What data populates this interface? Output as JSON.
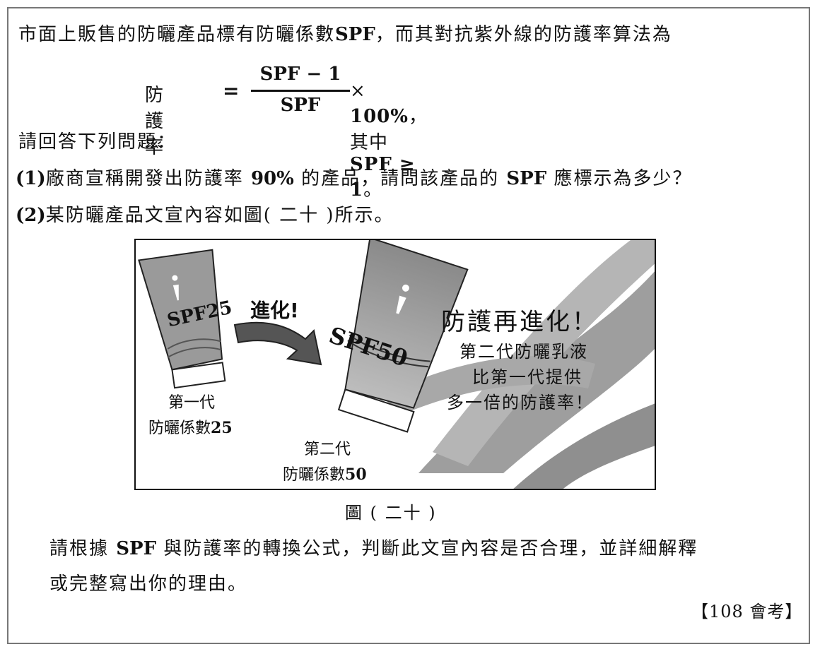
{
  "intro": {
    "pre": "市面上販售的防曬產品標有防曬係數",
    "spf": "SPF",
    "post": "，而其對抗紫外線的防護率算法為"
  },
  "formula": {
    "lhs": "防護率",
    "eq": "=",
    "numerator": "SPF − 1",
    "denominator": "SPF",
    "times": "× ",
    "percent": "100%",
    "cond_pre": "，其中 ",
    "cond": "SPF ≥ 1",
    "end": "。"
  },
  "prompt": "請回答下列問題：",
  "q1": {
    "num": "(1)",
    "t1": "廠商宣稱開發出防護率 ",
    "pct": "90%",
    "t2": " 的產品，請問該產品的 ",
    "spf": "SPF",
    "t3": " 應標示為多少？"
  },
  "q2": {
    "num": "(2)",
    "t1": "某防曬產品文宣內容如圖",
    "ref": "( 二十 )",
    "t2": "所示。"
  },
  "figure": {
    "tube1_label": "SPF25",
    "arrow_label": "進化!",
    "tube2_label": "SPF50",
    "gen1_line1": "第一代",
    "gen1_line2": "防曬係數",
    "gen1_value": "25",
    "gen2_line1": "第二代",
    "gen2_line2": "防曬係數",
    "gen2_value": "50",
    "headline": "防護再進化！",
    "desc_line1": "第二代防曬乳液",
    "desc_line2": "比第一代提供",
    "desc_line3": "多一倍的防護率！"
  },
  "caption": "圖 ( 二十 )",
  "instruction": {
    "t1": "請根據 ",
    "spf": "SPF",
    "t2": " 與防護率的轉換公式，判斷此文宣內容是否合理，並詳細解釋",
    "line2": "或完整寫出你的理由。"
  },
  "source": "【108 會考】"
}
